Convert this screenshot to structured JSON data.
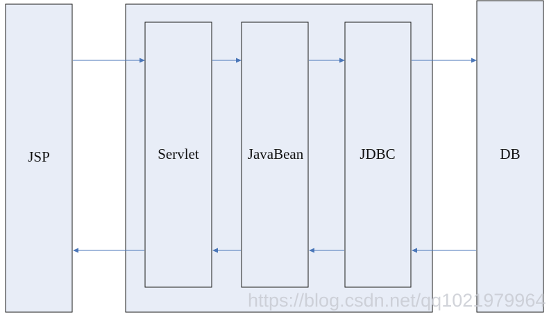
{
  "diagram": {
    "nodes": {
      "jsp": "JSP",
      "servlet": "Servlet",
      "javabean": "JavaBean",
      "jdbc": "JDBC",
      "db": "DB"
    },
    "watermark": "https://blog.csdn.net/qq1021979964"
  },
  "colors": {
    "box_fill": "#e8edf7",
    "box_stroke": "#1a1a1a",
    "arrow": "#4a76b8",
    "watermark": "#c9ccd3"
  }
}
